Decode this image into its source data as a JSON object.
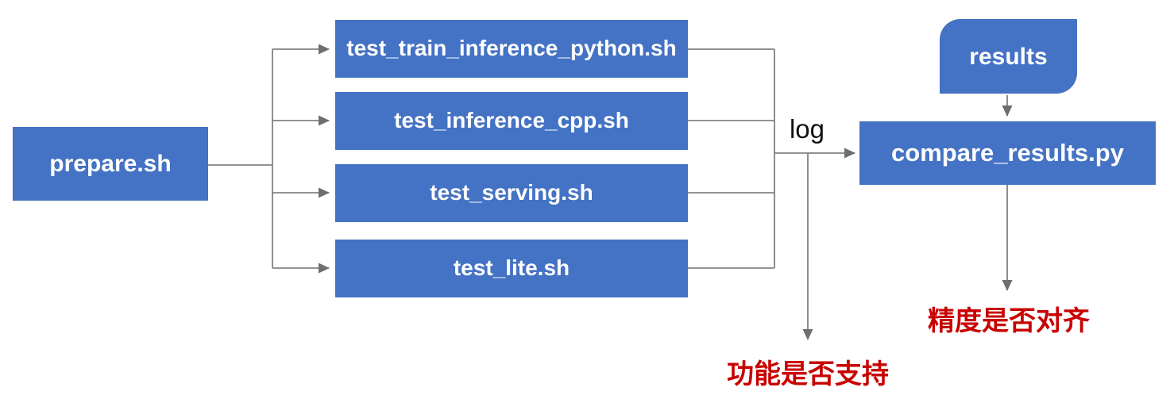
{
  "diagram": {
    "title_hint": "test pipeline flowchart",
    "colors": {
      "node_fill": "#4472C4",
      "node_text": "#ffffff",
      "connector": "#828282",
      "arrowhead": "#6e6e6e",
      "annotation_red": "#C80000",
      "log_black": "#111111"
    },
    "nodes": {
      "prepare": {
        "label": "prepare.sh",
        "shape": "rectangle"
      },
      "test_train_inference_python": {
        "label": "test_train_inference_python.sh",
        "shape": "rectangle"
      },
      "test_inference_cpp": {
        "label": "test_inference_cpp.sh",
        "shape": "rectangle"
      },
      "test_serving": {
        "label": "test_serving.sh",
        "shape": "rectangle"
      },
      "test_lite": {
        "label": "test_lite.sh",
        "shape": "rectangle"
      },
      "results": {
        "label": "results",
        "shape": "round-diagonal-corner-rectangle"
      },
      "compare_results": {
        "label": "compare_results.py",
        "shape": "rectangle"
      }
    },
    "edge_labels": {
      "log": "log"
    },
    "annotations": {
      "function_support": "功能是否支持",
      "precision_alignment": "精度是否对齐"
    }
  }
}
